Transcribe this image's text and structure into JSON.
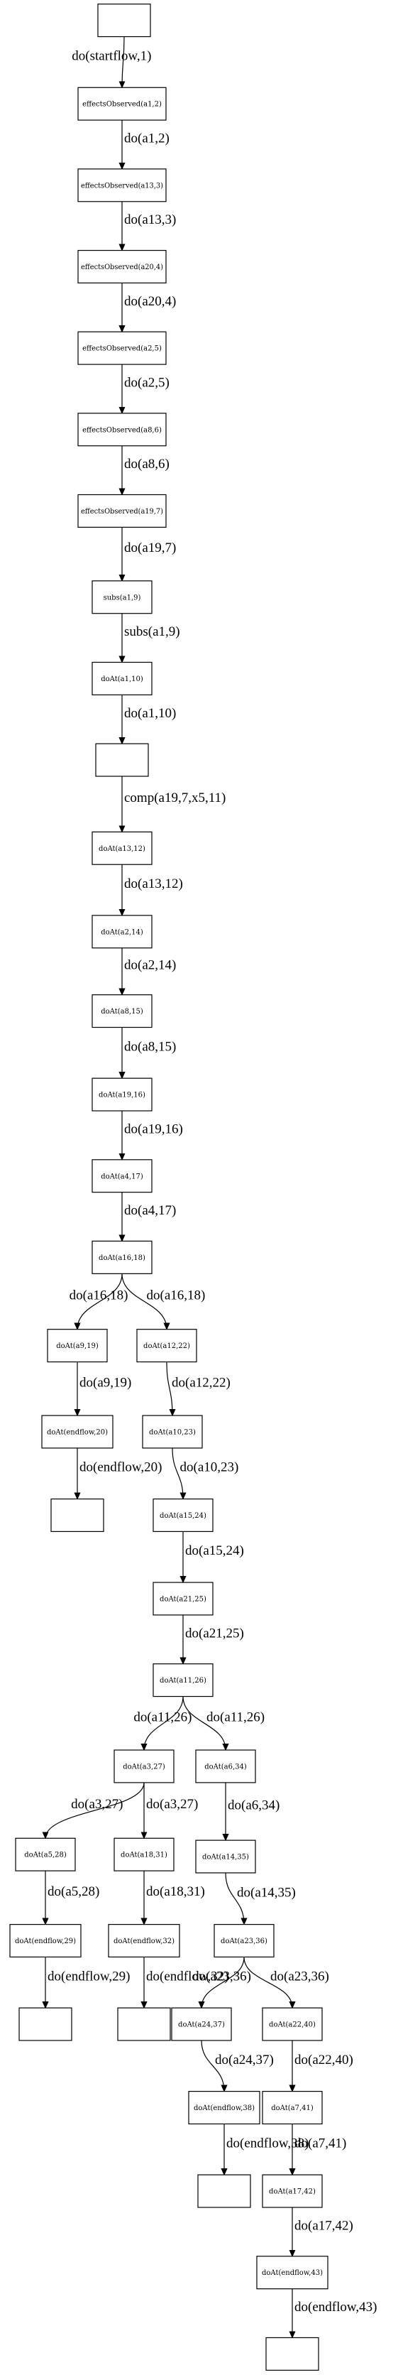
{
  "nodes": [
    {
      "id": "n0",
      "label": ""
    },
    {
      "id": "n1",
      "label": "effectsObserved(a1,2)"
    },
    {
      "id": "n2",
      "label": "effectsObserved(a13,3)"
    },
    {
      "id": "n3",
      "label": "effectsObserved(a20,4)"
    },
    {
      "id": "n4",
      "label": "effectsObserved(a2,5)"
    },
    {
      "id": "n5",
      "label": "effectsObserved(a8,6)"
    },
    {
      "id": "n6",
      "label": "effectsObserved(a19,7)"
    },
    {
      "id": "n7",
      "label": "subs(a1,9)"
    },
    {
      "id": "n8",
      "label": "doAt(a1,10)"
    },
    {
      "id": "n9",
      "label": ""
    },
    {
      "id": "n10",
      "label": "doAt(a13,12)"
    },
    {
      "id": "n11",
      "label": "doAt(a2,14)"
    },
    {
      "id": "n12",
      "label": "doAt(a8,15)"
    },
    {
      "id": "n13",
      "label": "doAt(a19,16)"
    },
    {
      "id": "n14",
      "label": "doAt(a4,17)"
    },
    {
      "id": "n15",
      "label": "doAt(a16,18)"
    },
    {
      "id": "n16",
      "label": "doAt(a9,19)"
    },
    {
      "id": "n17",
      "label": "doAt(a12,22)"
    },
    {
      "id": "n18",
      "label": "doAt(endflow,20)"
    },
    {
      "id": "n19",
      "label": "doAt(a10,23)"
    },
    {
      "id": "n20",
      "label": ""
    },
    {
      "id": "n21",
      "label": "doAt(a15,24)"
    },
    {
      "id": "n22",
      "label": "doAt(a21,25)"
    },
    {
      "id": "n23",
      "label": "doAt(a11,26)"
    },
    {
      "id": "n24",
      "label": "doAt(a3,27)"
    },
    {
      "id": "n25",
      "label": "doAt(a6,34)"
    },
    {
      "id": "n26",
      "label": "doAt(a5,28)"
    },
    {
      "id": "n27",
      "label": "doAt(a18,31)"
    },
    {
      "id": "n28",
      "label": "doAt(a14,35)"
    },
    {
      "id": "n29",
      "label": "doAt(endflow,29)"
    },
    {
      "id": "n30",
      "label": "doAt(endflow,32)"
    },
    {
      "id": "n31",
      "label": "doAt(a23,36)"
    },
    {
      "id": "n32",
      "label": ""
    },
    {
      "id": "n33",
      "label": ""
    },
    {
      "id": "n34",
      "label": "doAt(a24,37)"
    },
    {
      "id": "n35",
      "label": "doAt(a22,40)"
    },
    {
      "id": "n36",
      "label": "doAt(endflow,38)"
    },
    {
      "id": "n37",
      "label": "doAt(a7,41)"
    },
    {
      "id": "n38",
      "label": ""
    },
    {
      "id": "n39",
      "label": "doAt(a17,42)"
    },
    {
      "id": "n40",
      "label": "doAt(endflow,43)"
    },
    {
      "id": "n41",
      "label": ""
    }
  ],
  "edges": [
    {
      "from": "n0",
      "to": "n1",
      "label": "do(startflow,1)"
    },
    {
      "from": "n1",
      "to": "n2",
      "label": "do(a1,2)"
    },
    {
      "from": "n2",
      "to": "n3",
      "label": "do(a13,3)"
    },
    {
      "from": "n3",
      "to": "n4",
      "label": "do(a20,4)"
    },
    {
      "from": "n4",
      "to": "n5",
      "label": "do(a2,5)"
    },
    {
      "from": "n5",
      "to": "n6",
      "label": "do(a8,6)"
    },
    {
      "from": "n6",
      "to": "n7",
      "label": "do(a19,7)"
    },
    {
      "from": "n7",
      "to": "n8",
      "label": "subs(a1,9)"
    },
    {
      "from": "n8",
      "to": "n9",
      "label": "do(a1,10)"
    },
    {
      "from": "n9",
      "to": "n10",
      "label": "comp(a19,7,x5,11)"
    },
    {
      "from": "n10",
      "to": "n11",
      "label": "do(a13,12)"
    },
    {
      "from": "n11",
      "to": "n12",
      "label": "do(a2,14)"
    },
    {
      "from": "n12",
      "to": "n13",
      "label": "do(a8,15)"
    },
    {
      "from": "n13",
      "to": "n14",
      "label": "do(a19,16)"
    },
    {
      "from": "n14",
      "to": "n15",
      "label": "do(a4,17)"
    },
    {
      "from": "n15",
      "to": "n16",
      "label": "do(a16,18)"
    },
    {
      "from": "n15",
      "to": "n17",
      "label": "do(a16,18)"
    },
    {
      "from": "n16",
      "to": "n18",
      "label": "do(a9,19)"
    },
    {
      "from": "n17",
      "to": "n19",
      "label": "do(a12,22)"
    },
    {
      "from": "n18",
      "to": "n20",
      "label": "do(endflow,20)"
    },
    {
      "from": "n19",
      "to": "n21",
      "label": "do(a10,23)"
    },
    {
      "from": "n21",
      "to": "n22",
      "label": "do(a15,24)"
    },
    {
      "from": "n22",
      "to": "n23",
      "label": "do(a21,25)"
    },
    {
      "from": "n23",
      "to": "n24",
      "label": "do(a11,26)"
    },
    {
      "from": "n23",
      "to": "n25",
      "label": "do(a11,26)"
    },
    {
      "from": "n24",
      "to": "n26",
      "label": "do(a3,27)"
    },
    {
      "from": "n24",
      "to": "n27",
      "label": "do(a3,27)"
    },
    {
      "from": "n25",
      "to": "n28",
      "label": "do(a6,34)"
    },
    {
      "from": "n26",
      "to": "n29",
      "label": "do(a5,28)"
    },
    {
      "from": "n27",
      "to": "n30",
      "label": "do(a18,31)"
    },
    {
      "from": "n28",
      "to": "n31",
      "label": "do(a14,35)"
    },
    {
      "from": "n29",
      "to": "n32",
      "label": "do(endflow,29)"
    },
    {
      "from": "n30",
      "to": "n33",
      "label": "do(endflow,32)"
    },
    {
      "from": "n31",
      "to": "n34",
      "label": "do(a23,36)"
    },
    {
      "from": "n31",
      "to": "n35",
      "label": "do(a23,36)"
    },
    {
      "from": "n34",
      "to": "n36",
      "label": "do(a24,37)"
    },
    {
      "from": "n35",
      "to": "n37",
      "label": "do(a22,40)"
    },
    {
      "from": "n36",
      "to": "n38",
      "label": "do(endflow,38)"
    },
    {
      "from": "n37",
      "to": "n39",
      "label": "do(a7,41)"
    },
    {
      "from": "n39",
      "to": "n40",
      "label": "do(a17,42)"
    },
    {
      "from": "n40",
      "to": "n41",
      "label": "do(endflow,43)"
    }
  ]
}
